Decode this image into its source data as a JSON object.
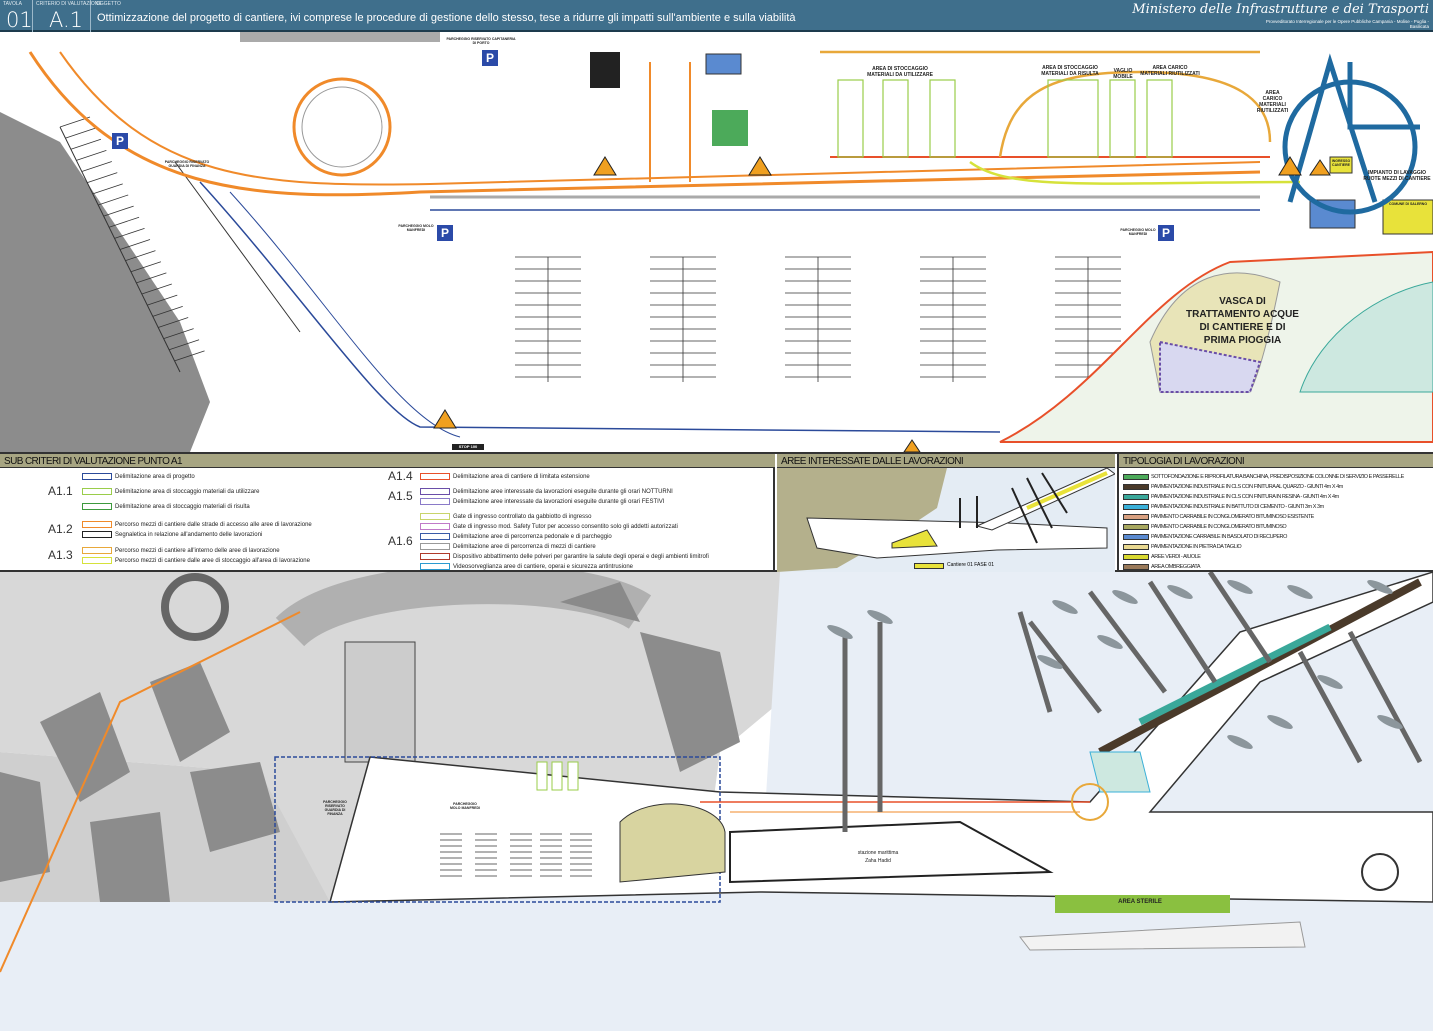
{
  "header": {
    "tavola_label": "TAVOLA",
    "tavola": "01",
    "criterio_label": "CRITERIO DI VALUTAZIONE",
    "criterio": "A.1",
    "oggetto_label": "OGGETTO",
    "title": "Ottimizzazione del progetto di cantiere, ivi comprese le procedure di gestione dello stesso, tese a ridurre gli impatti sull'ambiente e sulla viabilità",
    "ministry": "Ministero delle Infrastrutture e dei Trasporti",
    "ministry_sub": "Provveditorato Interregionale per le Opere Pubbliche Campania - Molise - Puglia - Basilicata"
  },
  "top_plan": {
    "stock_use": "AREA DI STOCCAGGIO MATERIALI DA UTILIZZARE",
    "stock_waste": "AREA DI STOCCAGGIO MATERIALI DA RISULTA",
    "vaglio": "VAGLIO MOBILE",
    "carico": "AREA CARICO MATERIALI RIUTILIZZATI",
    "carico2": "AREA CARICO MATERIALI RIUTILIZZATI",
    "vasca": "VASCA DI TRATTAMENTO ACQUE DI CANTIERE E DI PRIMA PIOGGIA",
    "lavaggio": "IMPIANTO DI LAVAGGIO RUOTE MEZZI DI CANTIERE",
    "parcheggio1": "PARCHEGGIO MOLO MANFREDI",
    "parcheggio2": "PARCHEGGIO MOLO MANFREDI",
    "parcheggio3": "PARCHEGGIO RISERVATO GUARDIA DI FINANZA",
    "parcheggio4": "PARCHEGGIO RISERVATO CAPITANERIA DI PORTO",
    "ingresso": "INGRESSO CANTIERE",
    "comune": "COMUNE DI SALERNO",
    "stop": "STOP 100",
    "parking_symbol": "P"
  },
  "sub_criteria": {
    "title": "SUB CRITERI DI VALUTAZIONE PUNTO A1",
    "groups": [
      {
        "code": "A1.1",
        "items": [
          {
            "label": "Delimitazione area di progetto",
            "color": "#2b4a9a"
          },
          {
            "label": "Delimitazione area di stoccaggio materiali da utilizzare",
            "color": "#9acd4a"
          },
          {
            "label": "Delimitazione area di stoccaggio materiali di risulta",
            "color": "#3d9a3d"
          }
        ]
      },
      {
        "code": "A1.2",
        "items": [
          {
            "label": "Percorso mezzi di cantiere dalle strade di accesso alle aree di lavorazione",
            "color": "#f08a2a"
          },
          {
            "label": "Segnaletica in relazione all'andamento delle lavorazioni",
            "color": "#222"
          }
        ]
      },
      {
        "code": "A1.3",
        "items": [
          {
            "label": "Percorso mezzi di cantiere all'interno delle aree di lavorazione",
            "color": "#e8a83a"
          },
          {
            "label": "Percorso mezzi di cantiere dalle aree di stoccaggio all'area di lavorazione",
            "color": "#d6e23a"
          }
        ]
      },
      {
        "code": "A1.4",
        "items": [
          {
            "label": "Delimitazione area di cantiere di limitata estensione",
            "color": "#e8502a"
          }
        ]
      },
      {
        "code": "A1.5",
        "items": [
          {
            "label": "Delimitazione aree interessate da lavorazioni eseguite durante gli orari NOTTURNI",
            "color": "#6a4ea8"
          },
          {
            "label": "Delimitazione aree interessate da lavorazioni eseguite durante gli orari FESTIVI",
            "color": "#8a7ac8"
          }
        ]
      },
      {
        "code": "A1.6",
        "items": [
          {
            "label": "Gate di ingresso controllato da gabbiotto di ingresso",
            "color": "#c8d46a"
          },
          {
            "label": "Gate di ingresso mod. Safety Tutor per accesso consentito solo gli addetti autorizzati",
            "color": "#c07ac8"
          },
          {
            "label": "Delimitazione aree di percorrenza pedonale e di parcheggio",
            "color": "#3a5aa8"
          },
          {
            "label": "Delimitazione aree di percorrenza di mezzi di cantiere",
            "color": "#999"
          },
          {
            "label": "Dispositivo abbattimento delle polveri per garantire la salute degli operai e degli ambienti limitrofi",
            "color": "#b03a2a"
          },
          {
            "label": "Videosorveglianza aree di cantiere, operai e sicurezza antintrusione",
            "color": "#2a9ad0"
          }
        ]
      }
    ]
  },
  "areas": {
    "title": "AREE INTERESSATE DALLE LAVORAZIONI",
    "legend": "Cantiere 01 FASE 01",
    "color": "#e8e23a"
  },
  "tipologia": {
    "title": "TIPOLOGIA DI LAVORAZIONI",
    "items": [
      {
        "label": "SOTTOFONDAZIONE E RIPROFILATURA BANCHINA, PREDISPOSIZIONE COLONNE DI SERVIZIO E PASSERELLE",
        "color": "#4caa5a"
      },
      {
        "label": "PAVIMENTAZIONE INDUSTRIALE IN CLS CON FINITURA AL QUARZO - GIUNTI 4m X 4m",
        "color": "#4a3a2a"
      },
      {
        "label": "PAVIMENTAZIONE INDUSTRIALE IN CLS CON FINITURA IN RESINA - GIUNTI 4m X 4m",
        "color": "#3aa89a"
      },
      {
        "label": "PAVIMENTAZIONE INDUSTRIALE IN BATTUTO DI CEMENTO - GIUNTI 3m X 3m",
        "color": "#3ab0d8"
      },
      {
        "label": "PAVIMENTO CARRABILE IN CONGLOMERATO BITUMINOSO ESISTENTE",
        "color": "#d8a080"
      },
      {
        "label": "PAVIMENTO CARRABILE IN CONGLOMERATO BITUMINOSO",
        "color": "#a8a860"
      },
      {
        "label": "PAVIMENTAZIONE CARRABILE IN BASOLATO DI RECUPERO",
        "color": "#5a8ad0"
      },
      {
        "label": "PAVIMENTAZIONE IN PIETRA DA TAGLIO",
        "color": "#e8d890"
      },
      {
        "label": "AREE VERDI - AIUOLE",
        "color": "#d8d830"
      },
      {
        "label": "AREA OMBREGGIATA",
        "color": "#9a7a5a"
      }
    ]
  },
  "bottom_plan": {
    "station": "stazione marittima",
    "architect": "Zaha Hadid",
    "sterile": "AREA STERILE",
    "parking": "PARCHEGGIO MOLO MANFREDI",
    "parking2": "PARCHEGGIO RISERVATO GUARDIA DI FINANZA"
  }
}
